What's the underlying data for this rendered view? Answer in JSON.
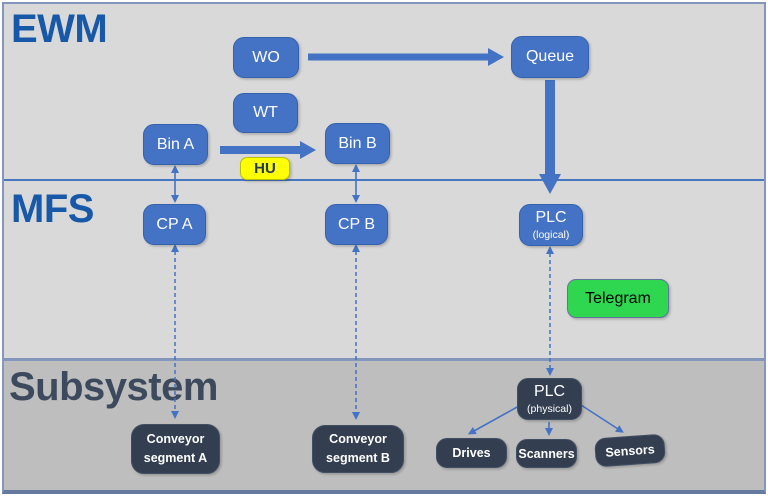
{
  "sections": {
    "ewm": {
      "label": "EWM"
    },
    "mfs": {
      "label": "MFS"
    },
    "subsystem": {
      "label": "Subsystem"
    }
  },
  "nodes": {
    "wo": {
      "label": "WO"
    },
    "wt": {
      "label": "WT"
    },
    "bin_a": {
      "label": "Bin A"
    },
    "bin_b": {
      "label": "Bin B"
    },
    "hu": {
      "label": "HU"
    },
    "queue": {
      "label": "Queue"
    },
    "cp_a": {
      "label": "CP A"
    },
    "cp_b": {
      "label": "CP B"
    },
    "plc_logical": {
      "label": "PLC",
      "sublabel": "(logical)"
    },
    "telegram": {
      "label": "Telegram"
    },
    "conveyor_a": {
      "line1": "Conveyor",
      "line2": "segment A"
    },
    "conveyor_b": {
      "line1": "Conveyor",
      "line2": "segment B"
    },
    "plc_physical": {
      "label": "PLC",
      "sublabel": "(physical)"
    },
    "drives": {
      "label": "Drives"
    },
    "scanners": {
      "label": "Scanners"
    },
    "sensors": {
      "label": "Sensors"
    }
  },
  "colors": {
    "node_blue": "#4472C4",
    "node_blue_border": "#3462AE",
    "node_dark": "#333F50",
    "node_dark_border": "#414F63",
    "node_text": "#FFFFFF",
    "hu_fill": "#FFFF00",
    "hu_border": "#BDBE00",
    "hu_text": "#1F3864",
    "telegram_fill": "#2FD64F",
    "telegram_border": "#64749A",
    "telegram_text": "#000000",
    "arrow_blue": "#4472C4",
    "band_light": "#D9D9D9",
    "band_dark": "#BEBEBE",
    "heading_blue": "#1759A8",
    "heading_dark": "#3D4A5D",
    "frame_border": "#8496BB",
    "divider_blue": "#4777BE",
    "bottom_border": "#66799F"
  }
}
